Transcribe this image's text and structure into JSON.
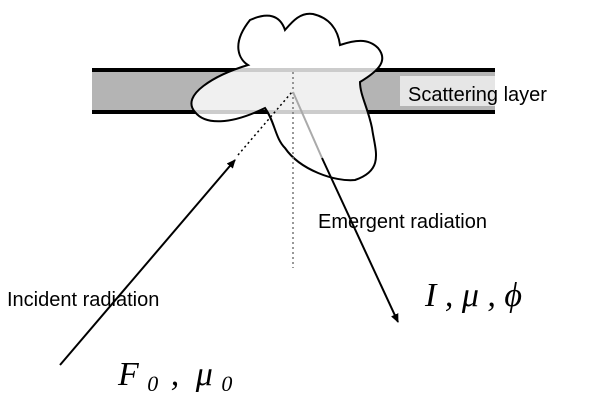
{
  "labels": {
    "scattering_layer": "Scattering layer",
    "emergent_radiation": "Emergent radiation",
    "incident_radiation": "Incident radiation"
  },
  "math": {
    "emergent_symbols": "I , μ , ϕ",
    "incident_F": "F",
    "incident_F_sub": "0",
    "incident_sep": ",",
    "incident_mu": "μ",
    "incident_mu_sub": "0"
  },
  "colors": {
    "layer_fill": "#b4b4b4",
    "layer_band_light": "#e6e6e6",
    "lobe_fill": "#ffffff",
    "stroke": "#000000",
    "normal_line": "#888888",
    "emergent_arrow_top": "#aaaaaa"
  }
}
